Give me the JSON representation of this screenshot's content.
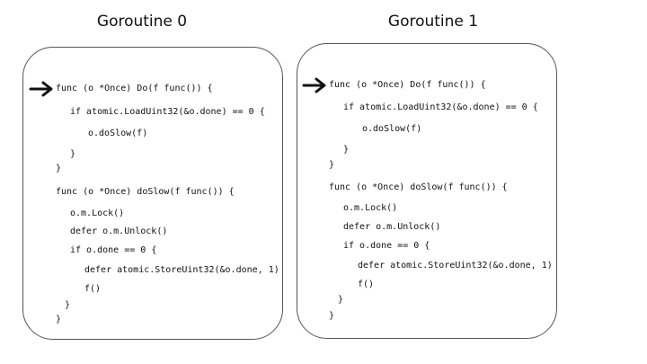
{
  "goroutines": [
    {
      "title": "Goroutine 0",
      "current_line": 0,
      "code": [
        "func (o *Once) Do(f func()) {",
        "if atomic.LoadUint32(&o.done) == 0 {",
        "o.doSlow(f)",
        "}",
        "}",
        "func (o *Once) doSlow(f func()) {",
        "o.m.Lock()",
        "defer o.m.Unlock()",
        "if o.done == 0 {",
        "defer atomic.StoreUint32(&o.done, 1)",
        "f()",
        "}",
        "}"
      ]
    },
    {
      "title": "Goroutine 1",
      "current_line": 0,
      "code": [
        "func (o *Once) Do(f func()) {",
        "if atomic.LoadUint32(&o.done) == 0 {",
        "o.doSlow(f)",
        "}",
        "}",
        "func (o *Once) doSlow(f func()) {",
        "o.m.Lock()",
        "defer o.m.Unlock()",
        "if o.done == 0 {",
        "defer atomic.StoreUint32(&o.done, 1)",
        "f()",
        "}",
        "}"
      ]
    }
  ],
  "arrow_icon": "right-arrow-icon"
}
